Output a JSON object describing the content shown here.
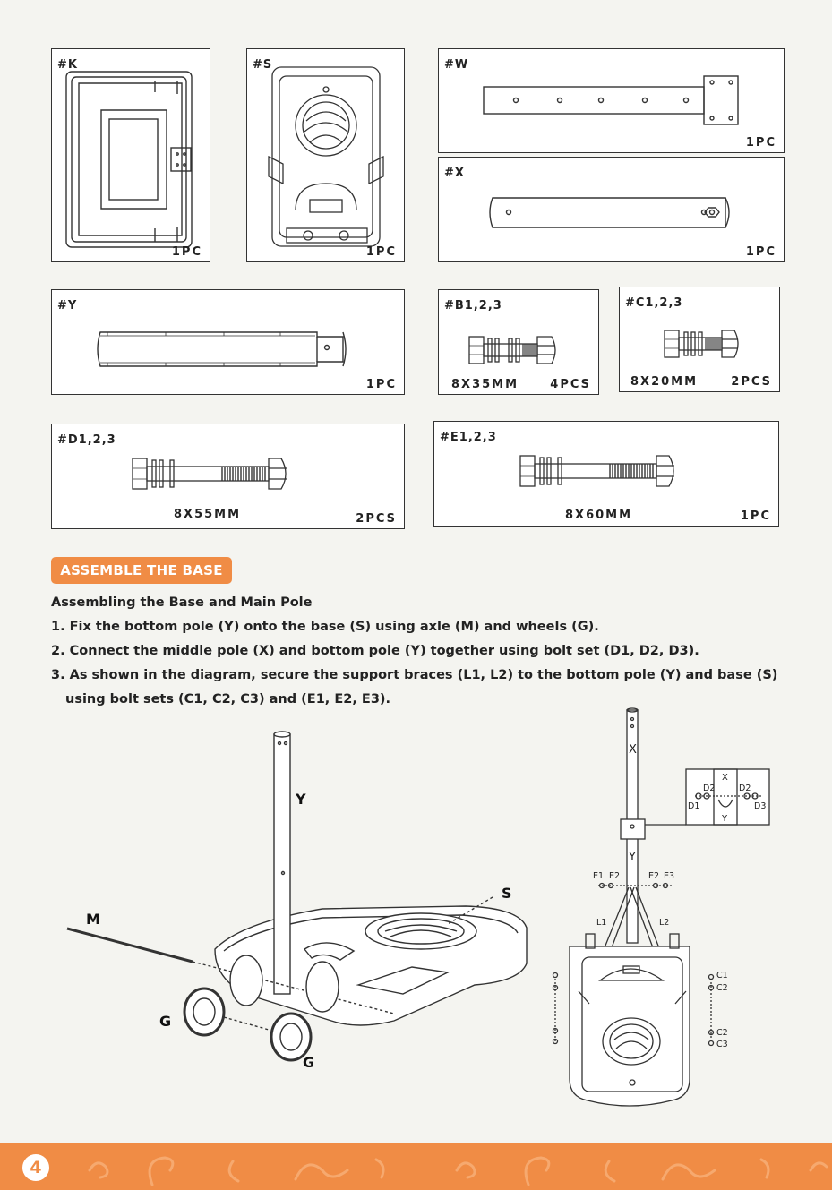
{
  "parts": {
    "k": {
      "code": "#K",
      "qty": "1PC"
    },
    "s": {
      "code": "#S",
      "qty": "1PC"
    },
    "w": {
      "code": "#W",
      "qty": "1PC"
    },
    "x": {
      "code": "#X",
      "qty": "1PC"
    },
    "y": {
      "code": "#Y",
      "qty": "1PC"
    },
    "b": {
      "code": "#B1,2,3",
      "size": "8X35MM",
      "qty": "4PCS"
    },
    "c": {
      "code": "#C1,2,3",
      "size": "8X20MM",
      "qty": "2PCS"
    },
    "d": {
      "code": "#D1,2,3",
      "size": "8X55MM",
      "qty": "2PCS"
    },
    "e": {
      "code": "#E1,2,3",
      "size": "8X60MM",
      "qty": "1PC"
    }
  },
  "section": {
    "title": "ASSEMBLE THE BASE"
  },
  "instructions": {
    "heading": "Assembling the Base and Main Pole",
    "step1": "1. Fix the bottom pole (Y) onto the base (S) using axle (M) and wheels (G).",
    "step2": "2. Connect the middle pole (X) and bottom pole (Y) together using bolt set (D1, D2, D3).",
    "step3a": "3. As shown in the diagram, secure the support braces (L1, L2) to the bottom pole (Y) and base (S)",
    "step3b": "using bolt sets (C1, C2, C3) and (E1, E2, E3)."
  },
  "diagram_left": {
    "y": "Y",
    "s": "S",
    "m": "M",
    "g1": "G",
    "g2": "G"
  },
  "diagram_right": {
    "x": "X",
    "y": "Y",
    "e1": "E1",
    "e2": "E2",
    "e2b": "E2",
    "e3": "E3",
    "l1": "L1",
    "l2": "L2",
    "c1": "C1",
    "c2": "C2",
    "c2b": "C2",
    "c3": "C3",
    "inset_x": "X",
    "inset_y": "Y",
    "d1": "D1",
    "d2": "D2",
    "d2b": "D2",
    "d3": "D3"
  },
  "footer": {
    "page_number": "4"
  },
  "colors": {
    "accent": "#f08c45",
    "background": "#f4f4f0"
  }
}
